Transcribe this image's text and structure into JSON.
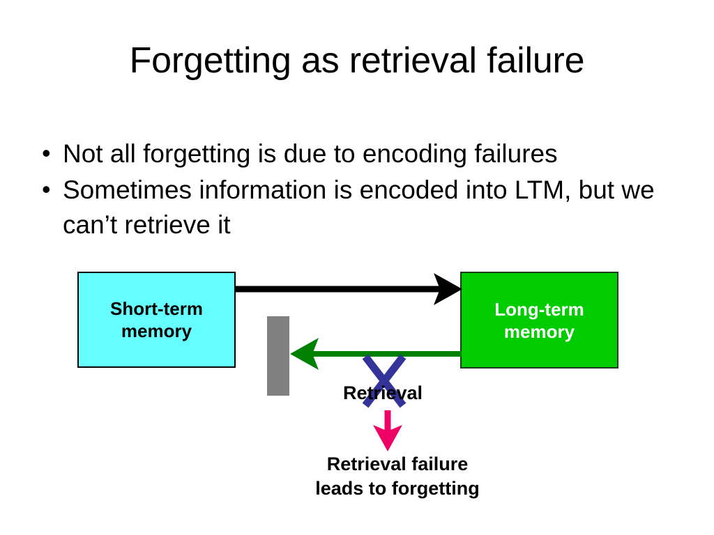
{
  "slide": {
    "title": "Forgetting as retrieval failure",
    "background_color": "#FFFFFF"
  },
  "bullets": [
    {
      "marker": "•",
      "text": "Not all forgetting is due to encoding failures"
    },
    {
      "marker": "•",
      "text": "Sometimes information is encoded into LTM, but we can’t retrieve it"
    }
  ],
  "diagram": {
    "type": "flow-diagram",
    "boxes": [
      {
        "id": "short-term-memory",
        "label_line1": "Short-term",
        "label_line2": "memory",
        "fill": "#66FFFF",
        "text_color": "#000000",
        "border_color": "#000000"
      },
      {
        "id": "long-term-memory",
        "label_line1": "Long-term",
        "label_line2": "memory",
        "fill": "#00CC00",
        "text_color": "#FFFFFF",
        "border_color": "#1A3A1A"
      }
    ],
    "barrier": {
      "id": "retrieval-barrier",
      "fill": "#808080"
    },
    "arrows": [
      {
        "id": "encoding-arrow",
        "direction": "stm-to-ltm",
        "color": "#000000"
      },
      {
        "id": "retrieval-arrow",
        "direction": "ltm-to-stm",
        "color": "#008000"
      },
      {
        "id": "consequence-arrow",
        "direction": "down",
        "color": "#EE0066"
      }
    ],
    "cross_mark": {
      "id": "blocked-retrieval-x",
      "glyph": "X",
      "color": "#333399"
    },
    "labels": {
      "retrieval": "Retrieval",
      "failure_line1": "Retrieval failure",
      "failure_line2": "leads to forgetting"
    }
  }
}
